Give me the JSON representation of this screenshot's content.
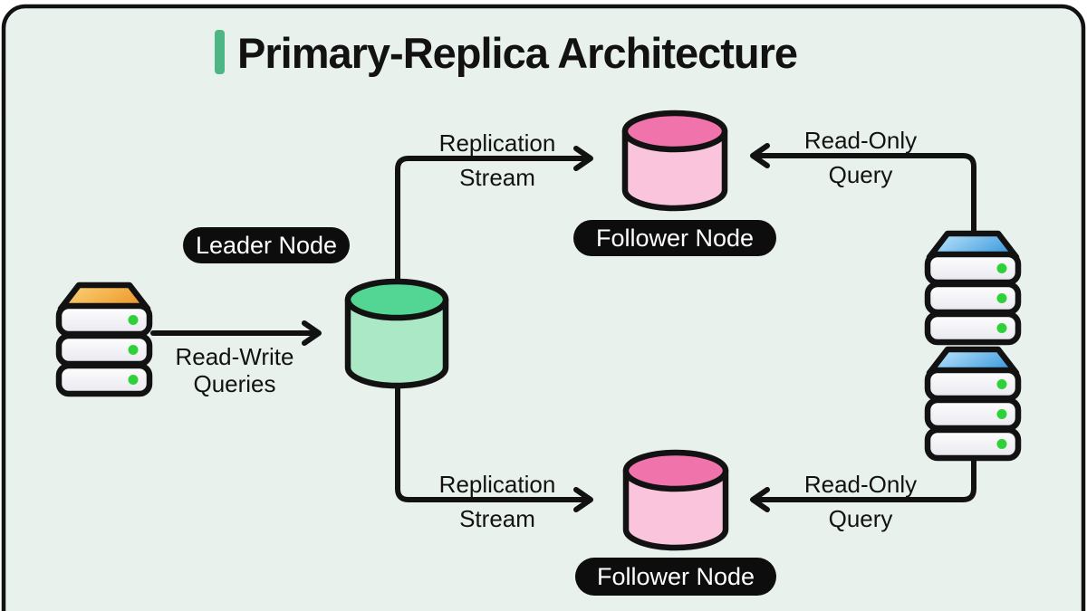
{
  "title": "Primary-Replica Architecture",
  "nodes": {
    "leader": {
      "label": "Leader Node",
      "shape": "database-cylinder",
      "color_name": "green"
    },
    "follower_top": {
      "label": "Follower Node",
      "shape": "database-cylinder",
      "color_name": "pink"
    },
    "follower_bottom": {
      "label": "Follower Node",
      "shape": "database-cylinder",
      "color_name": "pink"
    },
    "client_left": {
      "shape": "server-stack",
      "cap_color_name": "orange"
    },
    "client_right_top": {
      "shape": "server-stack",
      "cap_color_name": "blue"
    },
    "client_right_bottom": {
      "shape": "server-stack",
      "cap_color_name": "blue"
    }
  },
  "edges": {
    "read_write": {
      "from": "client_left",
      "to": "leader",
      "label": [
        "Read-Write",
        "Queries"
      ]
    },
    "replication_top": {
      "from": "leader",
      "to": "follower_top",
      "label": [
        "Replication",
        "Stream"
      ]
    },
    "replication_bottom": {
      "from": "leader",
      "to": "follower_bottom",
      "label": [
        "Replication",
        "Stream"
      ]
    },
    "read_only_top": {
      "from": "client_right_top",
      "to": "follower_top",
      "label": [
        "Read-Only",
        "Query"
      ]
    },
    "read_only_bottom": {
      "from": "client_right_bottom",
      "to": "follower_bottom",
      "label": [
        "Read-Only",
        "Query"
      ]
    }
  },
  "colors": {
    "background": "#ffffff",
    "panel_fill": "#e8f1ec",
    "outline": "#121212",
    "title_bar": "#4eb584",
    "leader_db_top": "#53d694",
    "leader_db_body": "#abe9c6",
    "follower_db_top": "#f173ac",
    "follower_db_body": "#f9c4dc",
    "server_cap_orange_light": "#fbd87f",
    "server_cap_orange": "#ee9a2e",
    "server_cap_blue_light": "#c6ebfd",
    "server_cap_blue": "#459fe0",
    "slab_light": "#ffffff",
    "slab_shade": "#e7e7ef",
    "status_dot": "#2fd138",
    "pill_fill": "#0d0d0d",
    "pill_text": "#ffffff"
  }
}
